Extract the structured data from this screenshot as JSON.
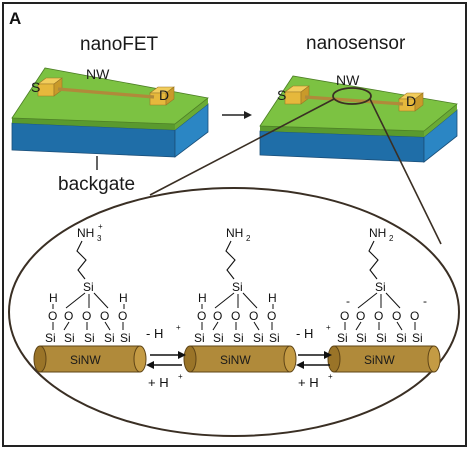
{
  "panel_label": "A",
  "left_device": {
    "title": "nanoFET",
    "source": "S",
    "drain": "D",
    "wire": "NW",
    "backgate": "backgate"
  },
  "right_device": {
    "title": "nanosensor",
    "source": "S",
    "drain": "D",
    "wire": "NW"
  },
  "wire_label": "SiNW",
  "states": [
    {
      "head": "NH",
      "head_sub": "3",
      "head_sup": "+",
      "oxygen_left": "H",
      "oxygen_right": "H",
      "si": "Si"
    },
    {
      "head": "NH",
      "head_sub": "2",
      "head_sup": "",
      "oxygen_left": "H",
      "oxygen_right": "H",
      "si": "Si"
    },
    {
      "head": "NH",
      "head_sub": "2",
      "head_sup": "",
      "oxygen_left": "-",
      "oxygen_right": "-",
      "si": "Si"
    }
  ],
  "atoms": {
    "O": "O",
    "Si": "Si",
    "H": "H"
  },
  "equilibria": [
    {
      "forward": "- H",
      "backward": "+ H",
      "sup": "+"
    },
    {
      "forward": "- H",
      "backward": "+ H",
      "sup": "+"
    }
  ],
  "colors": {
    "green_top": "#7cc242",
    "green_side": "#5a9a2e",
    "blue_side": "#2b86c4",
    "blue_front": "#1f6ea8",
    "contact": "#e6b83c",
    "nanowire": "#b08a3a",
    "outline": "#4a3f33"
  }
}
